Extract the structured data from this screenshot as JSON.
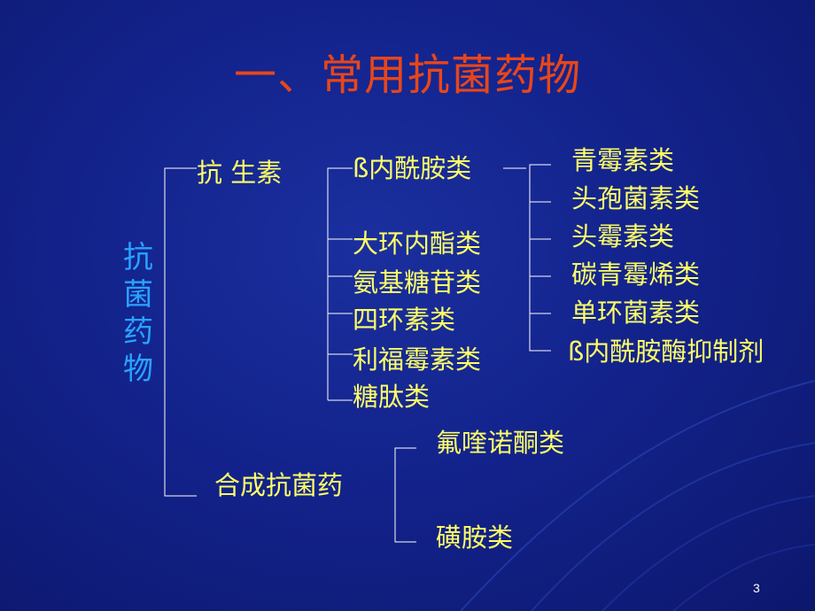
{
  "title": "一、常用抗菌药物",
  "root": "抗菌药物",
  "antibiotics": {
    "label": "抗 生素",
    "beta_lactam": {
      "label": "ß内酰胺类",
      "children": [
        "青霉素类",
        "头孢菌素类",
        "头霉素类",
        "碳青霉烯类",
        "单环菌素类",
        "ß内酰胺酶抑制剂"
      ]
    },
    "others": [
      "大环内酯类",
      "氨基糖苷类",
      "四环素类",
      "利福霉素类",
      "糖肽类"
    ]
  },
  "synthetic": {
    "label": "合成抗菌药",
    "children": [
      "氟喹诺酮类",
      "磺胺类"
    ]
  },
  "page_number": "3",
  "colors": {
    "background": "#13238c",
    "title": "#e8461a",
    "text": "#ffff66",
    "root": "#29a3ff",
    "lines": "#ffffff"
  }
}
